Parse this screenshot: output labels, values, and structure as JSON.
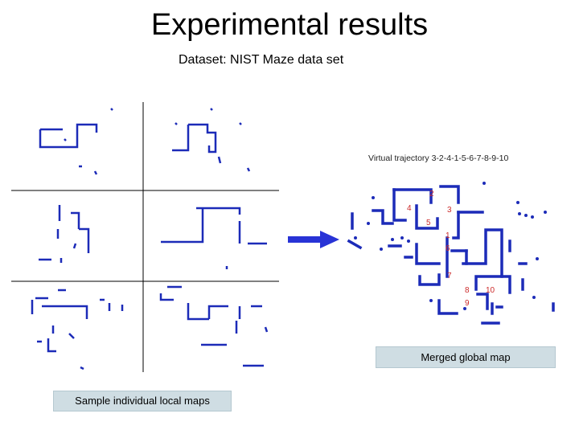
{
  "slide": {
    "title": "Experimental results",
    "subtitle": "Dataset: NIST Maze data set",
    "local_maps_caption": "Sample individual local maps",
    "merged_map_caption": "Merged global map",
    "trajectory_label": "Virtual trajectory 3-2-4-1-5-6-7-8-9-10",
    "waypoints": [
      "2",
      "4",
      "3",
      "5",
      "1",
      "6",
      "7",
      "8",
      "10",
      "9"
    ]
  },
  "colors": {
    "map_ink": "#1c2bb8",
    "arrow": "#2833d6",
    "waypoint": "#cc2b2b",
    "caption_bg": "#cfdde3"
  }
}
